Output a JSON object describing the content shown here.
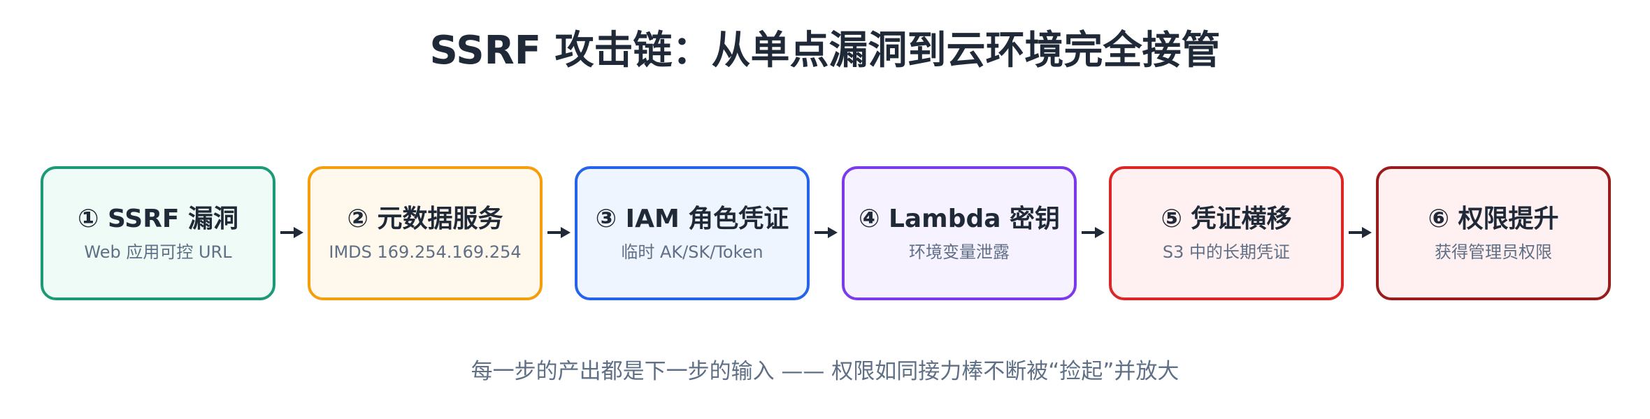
{
  "title": "SSRF 攻击链：从单点漏洞到云环境完全接管",
  "caption": "每一步的产出都是下一步的输入 —— 权限如同接力棒不断被“捡起”并放大",
  "steps": [
    {
      "title": "① SSRF 漏洞",
      "subtitle": "Web 应用可控 URL",
      "border_color": "#1b9a78",
      "fill_color": "#effbf6"
    },
    {
      "title": "② 元数据服务",
      "subtitle": "IMDS 169.254.169.254",
      "border_color": "#f59e0b",
      "fill_color": "#fff8ed"
    },
    {
      "title": "③ IAM 角色凭证",
      "subtitle": "临时 AK/SK/Token",
      "border_color": "#2563eb",
      "fill_color": "#eff5ff"
    },
    {
      "title": "④ Lambda 密钥",
      "subtitle": "环境变量泄露",
      "border_color": "#7c3aed",
      "fill_color": "#f7f2ff"
    },
    {
      "title": "⑤ 凭证横移",
      "subtitle": "S3 中的长期凭证",
      "border_color": "#dc2626",
      "fill_color": "#fff1f1"
    },
    {
      "title": "⑥ 权限提升",
      "subtitle": "获得管理员权限",
      "border_color": "#991b1b",
      "fill_color": "#fff1f1"
    }
  ]
}
